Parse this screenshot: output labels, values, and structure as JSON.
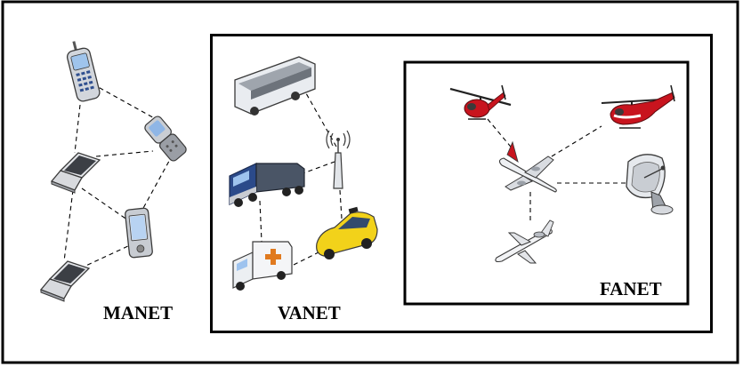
{
  "networks": {
    "manet": {
      "label": "MANET"
    },
    "vanet": {
      "label": "VANET"
    },
    "fanet": {
      "label": "FANET"
    }
  },
  "nodes": {
    "manet": [
      "cell-phone",
      "flip-phone",
      "laptop",
      "pda",
      "laptop"
    ],
    "vanet": [
      "bus",
      "cell-tower",
      "truck",
      "taxi",
      "ambulance"
    ],
    "fanet": [
      "helicopter",
      "helicopter",
      "airliner",
      "satellite-dish",
      "business-jet"
    ]
  },
  "colors": {
    "frame": "#000000",
    "link": "#000000",
    "helicopter": "#c8141e",
    "truck": "#2b4a8a",
    "taxi": "#f2d21a",
    "device": "#a8c8ee"
  }
}
